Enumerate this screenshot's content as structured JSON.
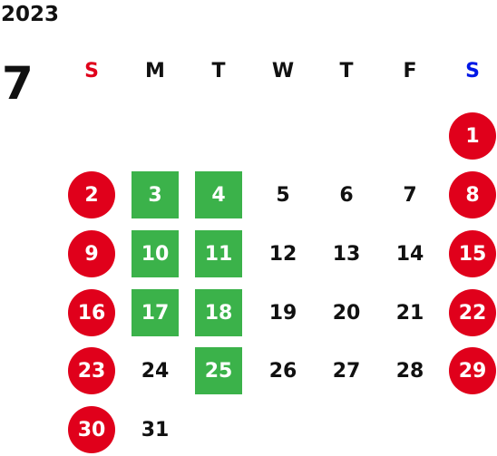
{
  "year": "2023",
  "month": "7",
  "colors": {
    "holiday": "#e0001b",
    "highlight": "#3bb24a",
    "sunday_label": "#e0001b",
    "saturday_label": "#0018e6"
  },
  "weekdays": [
    {
      "label": "S",
      "color": "#e0001b"
    },
    {
      "label": "M",
      "color": "#111111"
    },
    {
      "label": "T",
      "color": "#111111"
    },
    {
      "label": "W",
      "color": "#111111"
    },
    {
      "label": "T",
      "color": "#111111"
    },
    {
      "label": "F",
      "color": "#111111"
    },
    {
      "label": "S",
      "color": "#0018e6"
    }
  ],
  "weeks": [
    [
      null,
      null,
      null,
      null,
      null,
      null,
      {
        "day": "1",
        "style": "red"
      }
    ],
    [
      {
        "day": "2",
        "style": "red"
      },
      {
        "day": "3",
        "style": "green"
      },
      {
        "day": "4",
        "style": "green"
      },
      {
        "day": "5",
        "style": "plain"
      },
      {
        "day": "6",
        "style": "plain"
      },
      {
        "day": "7",
        "style": "plain"
      },
      {
        "day": "8",
        "style": "red"
      }
    ],
    [
      {
        "day": "9",
        "style": "red"
      },
      {
        "day": "10",
        "style": "green"
      },
      {
        "day": "11",
        "style": "green"
      },
      {
        "day": "12",
        "style": "plain"
      },
      {
        "day": "13",
        "style": "plain"
      },
      {
        "day": "14",
        "style": "plain"
      },
      {
        "day": "15",
        "style": "red"
      }
    ],
    [
      {
        "day": "16",
        "style": "red"
      },
      {
        "day": "17",
        "style": "green"
      },
      {
        "day": "18",
        "style": "green"
      },
      {
        "day": "19",
        "style": "plain"
      },
      {
        "day": "20",
        "style": "plain"
      },
      {
        "day": "21",
        "style": "plain"
      },
      {
        "day": "22",
        "style": "red"
      }
    ],
    [
      {
        "day": "23",
        "style": "red"
      },
      {
        "day": "24",
        "style": "plain"
      },
      {
        "day": "25",
        "style": "green"
      },
      {
        "day": "26",
        "style": "plain"
      },
      {
        "day": "27",
        "style": "plain"
      },
      {
        "day": "28",
        "style": "plain"
      },
      {
        "day": "29",
        "style": "red"
      }
    ],
    [
      {
        "day": "30",
        "style": "red"
      },
      {
        "day": "31",
        "style": "plain"
      },
      null,
      null,
      null,
      null,
      null
    ]
  ]
}
